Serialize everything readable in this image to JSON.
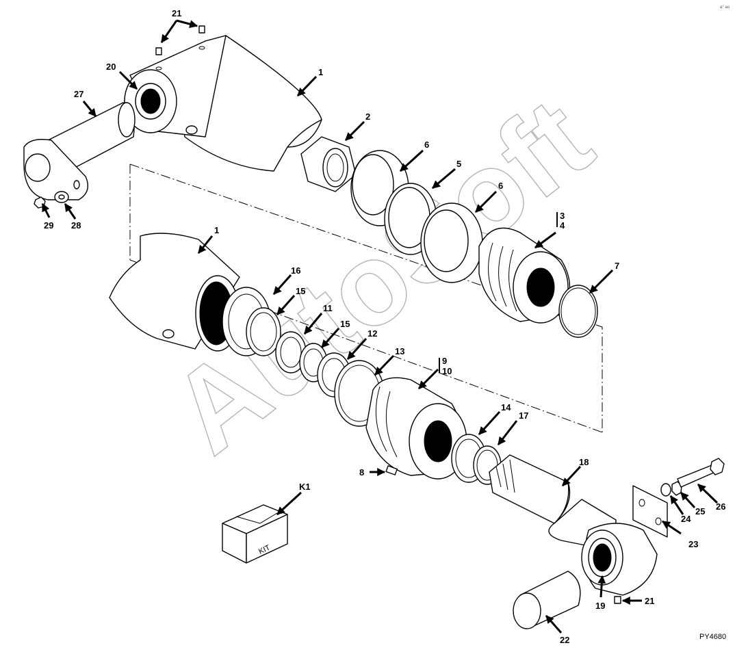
{
  "figure_id": "PY4680",
  "corner_mark": "a° ao",
  "watermark": "AutoSoft",
  "kit_box_text": "KIT",
  "callouts": {
    "c1a": "1",
    "c1b": "1",
    "c2": "2",
    "c3": "3",
    "c4": "4",
    "c5": "5",
    "c6a": "6",
    "c6b": "6",
    "c7": "7",
    "c8": "8",
    "c9": "9",
    "c10": "10",
    "c11": "11",
    "c12": "12",
    "c13": "13",
    "c14": "14",
    "c15a": "15",
    "c15b": "15",
    "c16": "16",
    "c17": "17",
    "c18": "18",
    "c19": "19",
    "c20": "20",
    "c21a": "21",
    "c21b": "21",
    "c22": "22",
    "c23": "23",
    "c24": "24",
    "c25": "25",
    "c26": "26",
    "c27": "27",
    "c28": "28",
    "c29": "29",
    "cK1": "K1"
  }
}
